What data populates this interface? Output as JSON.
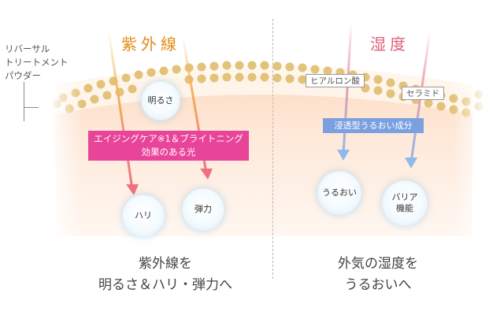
{
  "side_label": [
    "リバーサル",
    "トリートメント",
    "パウダー"
  ],
  "left": {
    "title": "紫外線",
    "banner_line1": "エイジングケア※1＆ブライトニング",
    "banner_line2": "効果のある光",
    "bubbles": [
      "明るさ",
      "ハリ",
      "弾力"
    ],
    "caption_line1": "紫外線を",
    "caption_line2": "明るさ＆ハリ・弾力へ"
  },
  "right": {
    "title": "湿度",
    "tags": [
      "ヒアルロン酸",
      "セラミド"
    ],
    "banner": "浸透型うるおい成分",
    "bubble_uruoi": "うるおい",
    "bubble_barrier_line1": "バリア",
    "bubble_barrier_line2": "機能",
    "caption_line1": "外気の湿度を",
    "caption_line2": "うるおいへ"
  },
  "colors": {
    "uv_accent": "#e58a1a",
    "humidity_accent": "#e0607a",
    "uv_banner": "#e8449a",
    "humidity_banner": "#7aa0e0",
    "powder": "#e3c27a",
    "skin": "#fde3cc"
  }
}
